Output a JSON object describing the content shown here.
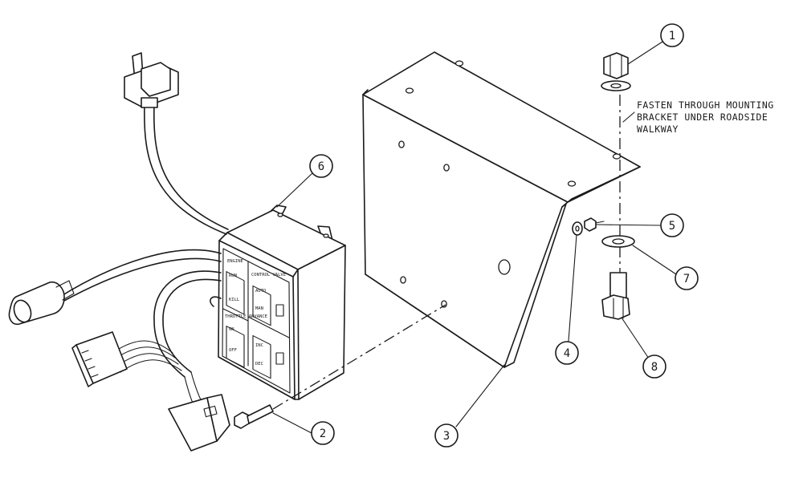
{
  "note": {
    "line1": "FASTEN THROUGH MOUNTING",
    "line2": "BRACKET UNDER ROADSIDE",
    "line3": "WALKWAY"
  },
  "panel_labels": {
    "engine": "ENGINE",
    "run": "RUN",
    "kill": "KILL",
    "control_valve": "CONTROL VALVE",
    "auto": "AUTO",
    "man": "MAN",
    "throttle_advance": "THROTTLE ADVANCE",
    "on": "ON",
    "off": "OFF",
    "inc": "INC",
    "dec": "DEC"
  },
  "balloons": [
    "1",
    "2",
    "3",
    "4",
    "5",
    "6",
    "7",
    "8"
  ]
}
